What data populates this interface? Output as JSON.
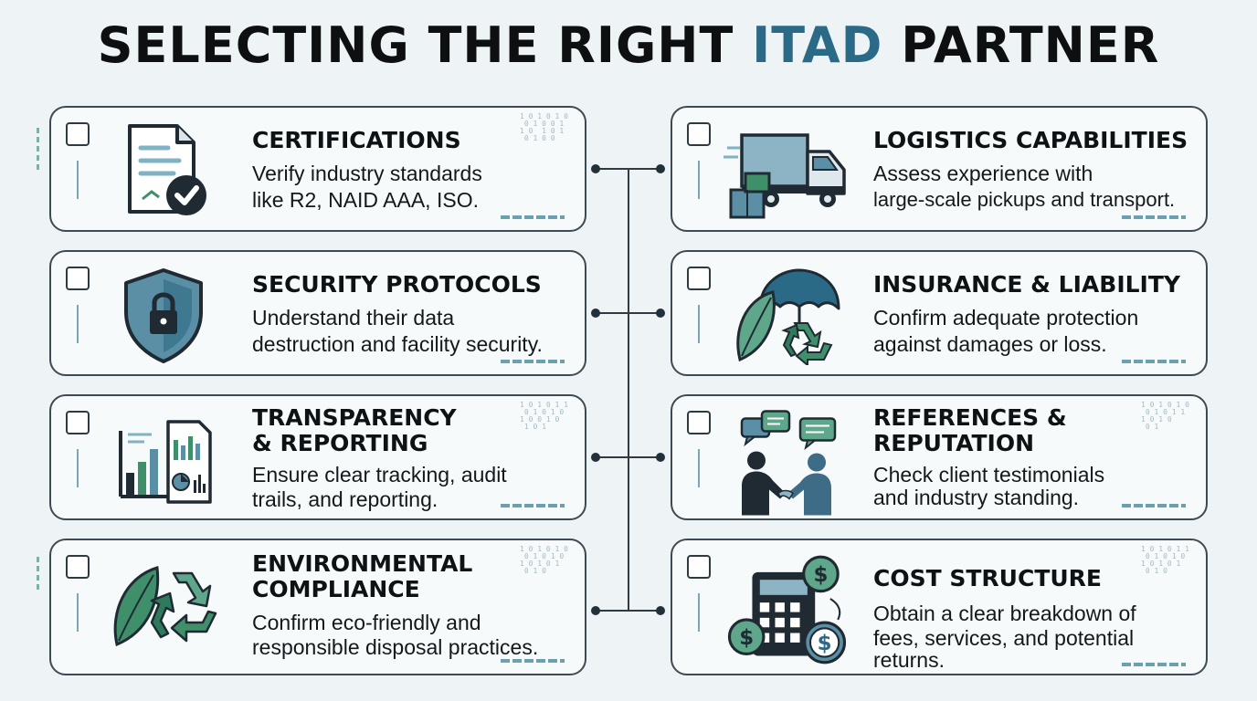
{
  "title": {
    "part1": "SELECTING THE RIGHT ",
    "accent": "ITAD",
    "part2": " PARTNER"
  },
  "colors": {
    "accent": "#2b6a86",
    "green": "#3f8f6a",
    "steel": "#5b8fa6",
    "dark": "#1f2a33"
  },
  "cards": [
    {
      "title1": "CERTIFICATIONS",
      "title2": "",
      "desc1": "Verify industry standards",
      "desc2": "like R2, NAID AAA, ISO.",
      "desc3": "",
      "icon": "document-check-icon"
    },
    {
      "title1": "SECURITY PROTOCOLS",
      "title2": "",
      "desc1": "Understand their data",
      "desc2": "destruction and facility security.",
      "desc3": "",
      "icon": "shield-lock-icon"
    },
    {
      "title1": "TRANSPARENCY",
      "title2": "& REPORTING",
      "desc1": "Ensure clear tracking, audit",
      "desc2": "trails, and reporting.",
      "desc3": "",
      "icon": "report-chart-icon"
    },
    {
      "title1": "ENVIRONMENTAL",
      "title2": "COMPLIANCE",
      "desc1": "Confirm eco-friendly and",
      "desc2": "responsible disposal practices.",
      "desc3": "",
      "icon": "leaf-recycle-icon"
    },
    {
      "title1": "LOGISTICS CAPABILITIES",
      "title2": "",
      "desc1": "Assess experience with",
      "desc2": "large-scale pickups and transport.",
      "desc3": "",
      "icon": "truck-icon"
    },
    {
      "title1": "INSURANCE & LIABILITY",
      "title2": "",
      "desc1": "Confirm adequate protection",
      "desc2": "against damages or loss.",
      "desc3": "",
      "icon": "umbrella-leaf-icon"
    },
    {
      "title1": "REFERENCES &",
      "title2": "REPUTATION",
      "desc1": "Check client testimonials",
      "desc2": "and industry standing.",
      "desc3": "",
      "icon": "handshake-icon"
    },
    {
      "title1": "COST STRUCTURE",
      "title2": "",
      "desc1": "Obtain a clear breakdown of",
      "desc2": "fees, services, and potential",
      "desc3": "returns.",
      "icon": "calculator-coins-icon"
    }
  ]
}
